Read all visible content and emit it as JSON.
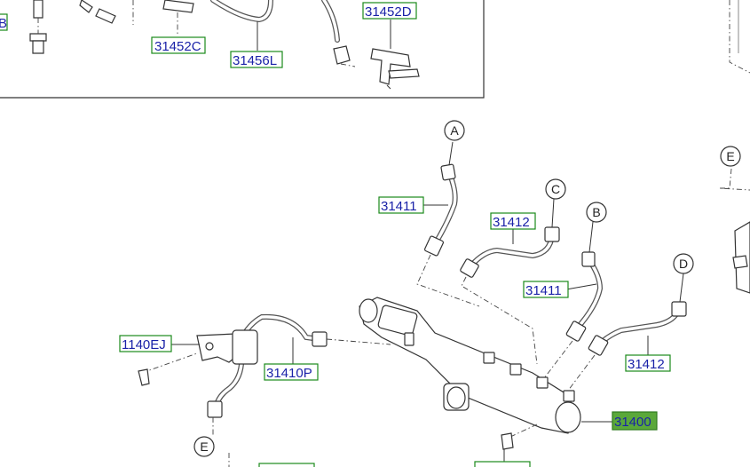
{
  "labels": {
    "l31452C": "31452C",
    "l31456L": "31456L",
    "l31452D": "31452D",
    "l31411a": "31411",
    "l31412a": "31412",
    "l31411b": "31411",
    "l31412b": "31412",
    "l1140EJ": "1140EJ",
    "l31410P": "31410P",
    "l31400": "31400",
    "edgeB": "B"
  },
  "callouts": {
    "A": "A",
    "B": "B",
    "C": "C",
    "D": "D",
    "E_right": "E",
    "E_bottom": "E"
  },
  "selected_part": "31400"
}
